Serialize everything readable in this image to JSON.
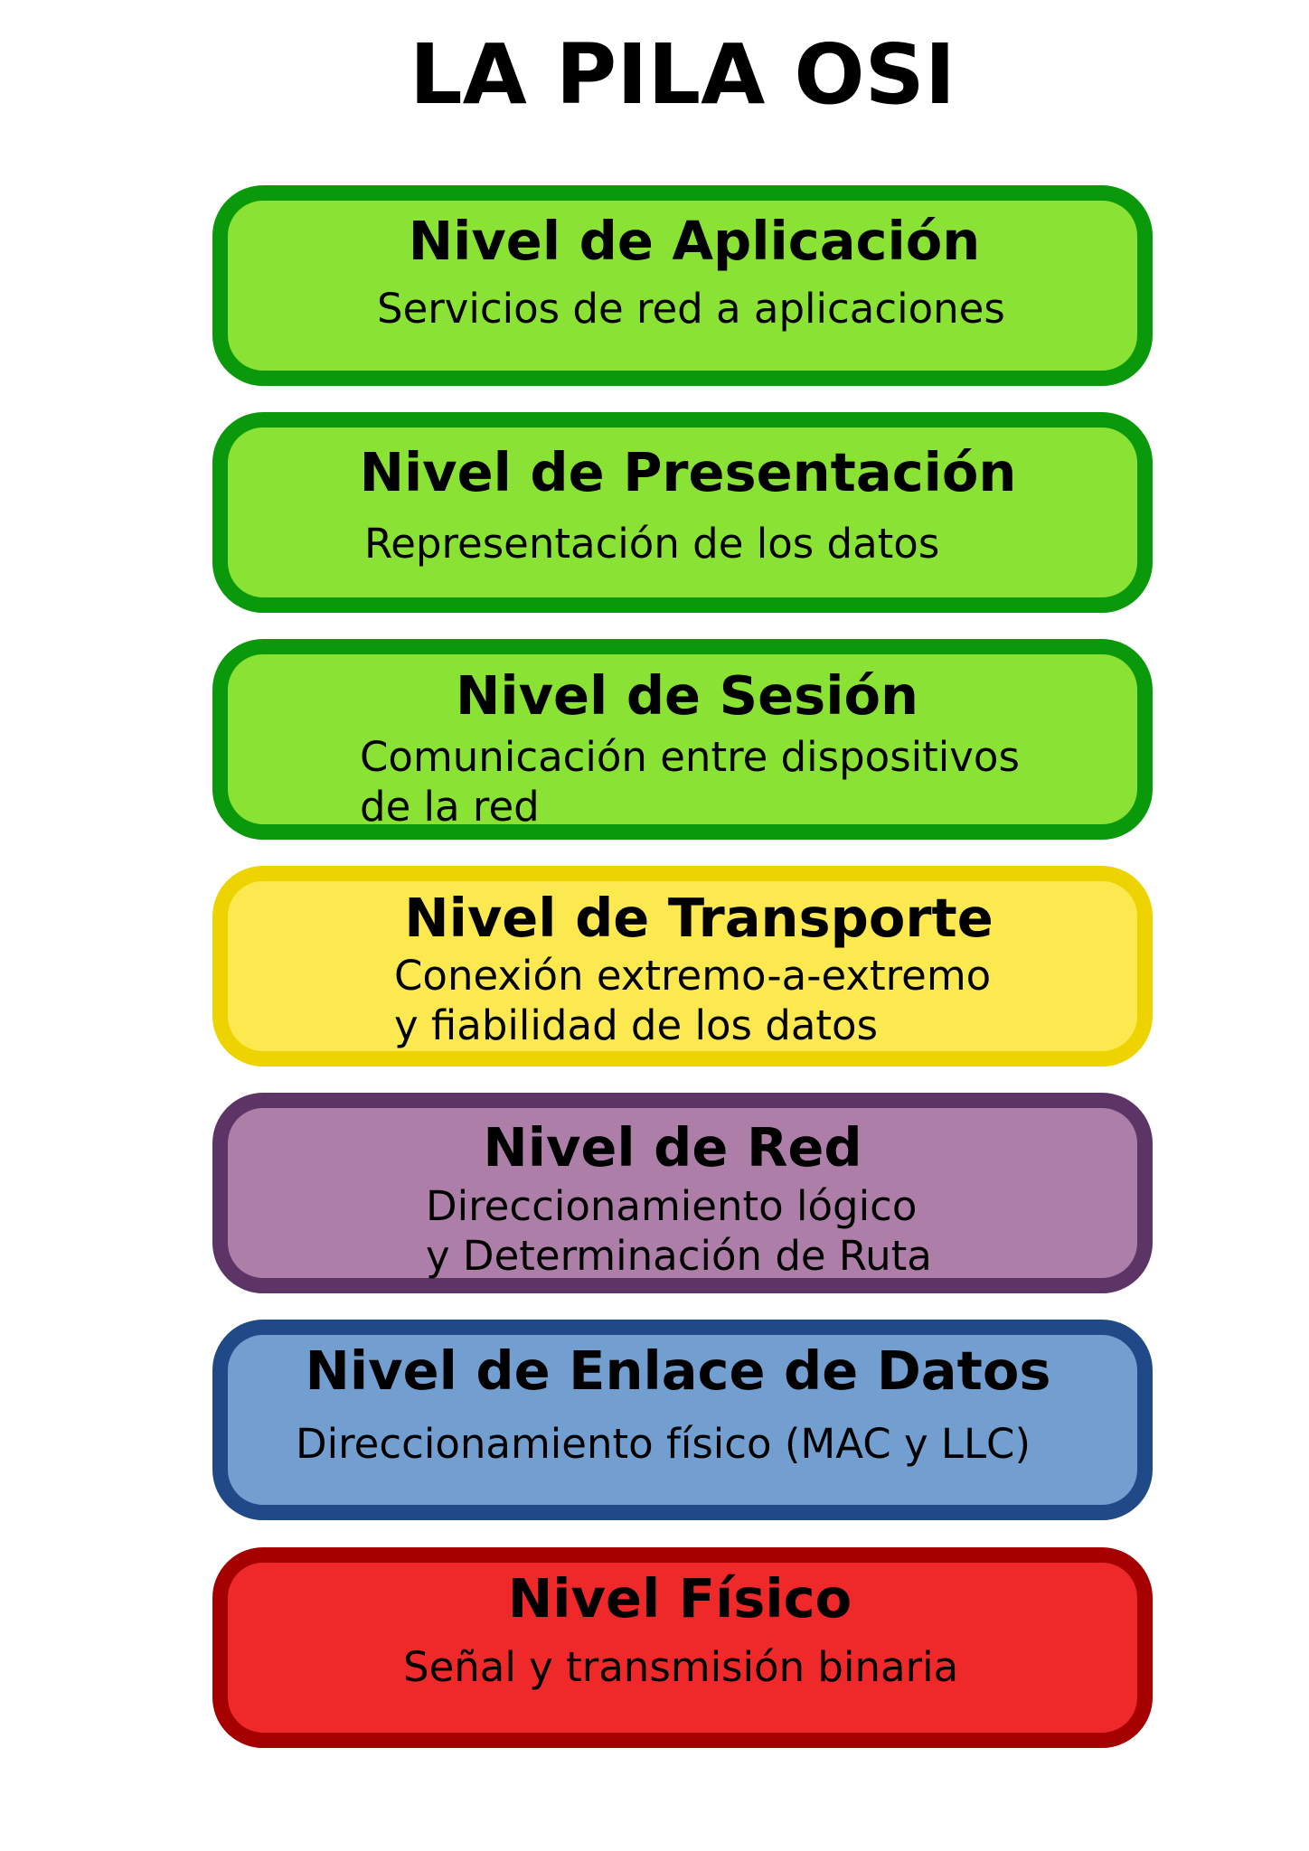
{
  "title": "LA PILA OSI",
  "layers": [
    {
      "name": "Nivel de Aplicación",
      "description": [
        "Servicios de red a aplicaciones"
      ],
      "fill": "#8ae234",
      "border": "#0a990a"
    },
    {
      "name": "Nivel de Presentación",
      "description": [
        "Representación de los datos"
      ],
      "fill": "#8ae234",
      "border": "#0a990a"
    },
    {
      "name": "Nivel de Sesión",
      "description": [
        "Comunicación entre dispositivos",
        "de la red"
      ],
      "fill": "#8ae234",
      "border": "#0a990a"
    },
    {
      "name": "Nivel de Transporte",
      "description": [
        "Conexión extremo-a-extremo",
        "y fiabilidad de los datos"
      ],
      "fill": "#fce94f",
      "border": "#edd400"
    },
    {
      "name": "Nivel de Red",
      "description": [
        "Direccionamiento lógico",
        "y Determinación de Ruta"
      ],
      "fill": "#ad7fa8",
      "border": "#5c3566"
    },
    {
      "name": "Nivel de Enlace de Datos",
      "description": [
        "Direccionamiento físico (MAC y LLC)"
      ],
      "fill": "#729fcf",
      "border": "#204a87"
    },
    {
      "name": "Nivel Físico",
      "description": [
        "Señal y transmisión binaria"
      ],
      "fill": "#ef2929",
      "border": "#a40000"
    }
  ]
}
